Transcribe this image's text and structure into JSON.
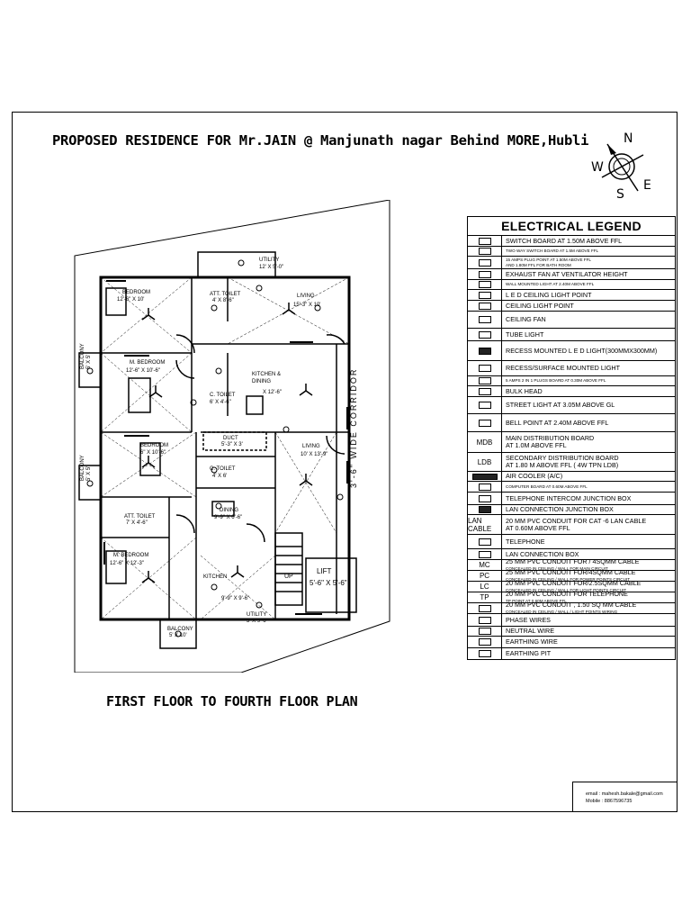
{
  "title": "PROPOSED RESIDENCE FOR Mr.JAIN @ Manjunath nagar Behind MORE,Hubli",
  "plan_title": "FIRST FLOOR TO FOURTH FLOOR PLAN",
  "compass": {
    "n": "N",
    "s": "S",
    "e": "E",
    "w": "W"
  },
  "rooms": {
    "utility_top": "UTILITY",
    "utility_top_dim": "12' X 5'-0\"",
    "bedroom1": "BEDROOM",
    "bedroom1_dim": "12'-6\" X 10'",
    "att_toilet1": "ATT. TOILET",
    "att_toilet1_dim": "4' X 8'-6\"",
    "living1": "LIVING",
    "living1_dim": "15'-3\" X 10'",
    "m_bedroom1": "M. BEDROOM",
    "m_bedroom1_dim": "12'-6\" X 10'-6\"",
    "balcony1": "BALCONY",
    "balcony1_dim": "5' X 5'",
    "c_toilet1": "C. TOILET",
    "c_toilet1_dim": "6' X 4'-6\"",
    "kitchen_dining": "KITCHEN &",
    "kitchen_dining2": "DINING",
    "kitchen_dining_dim": "X 12'-6\"",
    "duct": "DUCT",
    "duct_dim": "5'-3\" X 3'",
    "bedroom2": "BEDROOM",
    "bedroom2_dim": "6\" X 10'-6\"",
    "living2": "LIVING",
    "living2_dim": "10' X 13'-9\"",
    "balcony2": "BALCONY",
    "balcony2_dim": "5' X 5'",
    "c_toilet2": "C. TOILET",
    "c_toilet2_dim": "4' X 6'",
    "dining": "DINING",
    "dining_dim": "9'-9\" X 6'-6\"",
    "corridor": "3'-6\" WIDE CORRIDOR",
    "att_toilet2": "ATT. TOILET",
    "att_toilet2_dim": "7' X 4'-6\"",
    "m_bedroom2": "M. BEDROOM",
    "m_bedroom2_dim": "12'-6\" X 12'-3\"",
    "kitchen": "KITCHEN",
    "kitchen_dim": "9'-9\" X 9'-6\"",
    "utility2": "UTILITY",
    "utility2_dim": "3' X 9'-6\"",
    "balcony3": "BALCONY",
    "balcony3_dim": "5' X 10'",
    "lift": "LIFT",
    "lift_dim": "5'-6\" X 5'-6\"",
    "up": "UP"
  },
  "legend": {
    "title": "ELECTRICAL LEGEND",
    "items": [
      {
        "icon": "switch-board-icon",
        "code": "",
        "text": "SWITCH BOARD AT 1.50M ABOVE FFL",
        "text2": ""
      },
      {
        "icon": "two-way-switch-icon",
        "code": "",
        "text": "TWO WAY SWITCH BOARD AT 1.5M ABOVE FFL",
        "text2": ""
      },
      {
        "icon": "plug-point-icon",
        "code": "",
        "text": "15 AMPS PLUG POINT AT 1.50M ABOVE FFL",
        "text2": "AND 1.80M FFL FOR BATH ROOM"
      },
      {
        "icon": "exhaust-fan-icon",
        "code": "",
        "text": "EXHAUST FAN AT VENTILATOR HEIGHT",
        "text2": ""
      },
      {
        "icon": "wall-light-icon",
        "code": "",
        "text": "WALL MOUNTED LIGHT AT 2.40M ABOVE FFL",
        "text2": ""
      },
      {
        "icon": "led-ceiling-light-icon",
        "code": "",
        "text": "L E D CEILING LIGHT POINT",
        "text2": ""
      },
      {
        "icon": "ceiling-light-icon",
        "code": "",
        "text": "CEILING LIGHT POINT",
        "text2": ""
      },
      {
        "icon": "ceiling-fan-icon",
        "code": "",
        "text": "CEILING FAN",
        "text2": ""
      },
      {
        "icon": "tube-light-icon",
        "code": "",
        "text": "TUBE LIGHT",
        "text2": ""
      },
      {
        "icon": "recess-led-icon",
        "code": "",
        "text": "RECESS MOUNTED L E D LIGHT(300MMX300MM)",
        "text2": ""
      },
      {
        "icon": "recess-surface-light-icon",
        "code": "",
        "text": "RECESS/SURFACE MOUNTED LIGHT",
        "text2": ""
      },
      {
        "icon": "plug-board-icon",
        "code": "",
        "text": "5 AMPS 2 IN 1 PLUGS BOARD AT 0.30M ABOVE FFL",
        "text2": ""
      },
      {
        "icon": "bulk-head-icon",
        "code": "",
        "text": "BULK HEAD",
        "text2": ""
      },
      {
        "icon": "street-light-icon",
        "code": "",
        "text": "STREET LIGHT AT 3.05M ABOVE GL",
        "text2": ""
      },
      {
        "icon": "bell-point-icon",
        "code": "",
        "text": "BELL POINT AT 2.40M ABOVE FFL",
        "text2": ""
      },
      {
        "icon": "main-distribution-board-icon",
        "code": "MDB",
        "text": "MAIN DISTRIBUTION BOARD",
        "text2": "AT 1.0M ABOVE FFL"
      },
      {
        "icon": "secondary-distribution-board-icon",
        "code": "LDB",
        "text": "SECONDARY DISTRIBUTION BOARD",
        "text2": "AT 1.80 M ABOVE FFL ( 4W TPN LDB)"
      },
      {
        "icon": "air-cooler-icon",
        "code": "",
        "text": "AIR COOLER  (A/C)",
        "text2": ""
      },
      {
        "icon": "computer-board-icon",
        "code": "",
        "text": "COMPUTER BOARD AT 0.60M ABOVE FFL",
        "text2": ""
      },
      {
        "icon": "telephone-junction-icon",
        "code": "",
        "text": "TELEPHONE INTERCOM JUNCTION BOX",
        "text2": ""
      },
      {
        "icon": "lan-junction-icon",
        "code": "",
        "text": "LAN CONNECTION JUNCTION BOX",
        "text2": ""
      },
      {
        "icon": "lan-cable-icon",
        "code": "LAN CABLE",
        "text": "20 MM PVC CONDUIT FOR CAT -6 LAN CABLE",
        "text2": "AT 0.60M ABOVE FFL"
      },
      {
        "icon": "telephone-icon",
        "code": "",
        "text": "TELEPHONE",
        "text2": ""
      },
      {
        "icon": "lan-box-icon",
        "code": "",
        "text": "LAN CONNECTION BOX",
        "text2": ""
      },
      {
        "icon": "mc-conduit-icon",
        "code": "MC",
        "text": "25 MM PVC CONDUIT FOR / 4SQMM CABLE",
        "text2": "CONCEALED IN CEILING / WALL FOR MAIN CIRCUIT"
      },
      {
        "icon": "pc-conduit-icon",
        "code": "PC",
        "text": "25 MM PVC CONDUIT FOR/4SQMM CABLE",
        "text2": "CONCEALED IN CEILING / WALL FOR POWER POINTS CIRCUIT"
      },
      {
        "icon": "lc-conduit-icon",
        "code": "LC",
        "text": "20 MM PVC CONDUIT FOR/2.5SQMM CABLE",
        "text2": "CONCEALED IN CEILING / WALL FOR LIGHT POINTS CIRCUIT"
      },
      {
        "icon": "tp-conduit-icon",
        "code": "TP",
        "text": "20 MM PVC CONDUIT FOR TELEPHONE",
        "text2": "TP POINT AT 0.60M ABOVE FFL"
      },
      {
        "icon": "light-conduit-icon",
        "code": "",
        "text": "20 MM PVC CONDUIT , 1.50 SQ MM CABLE",
        "text2": "CONCEALED IN CEILING / WALL / LIGHT POINTS WIRING"
      },
      {
        "icon": "phase-wires-icon",
        "code": "",
        "text": "PHASE WIRES",
        "text2": ""
      },
      {
        "icon": "neutral-wire-icon",
        "code": "",
        "text": "NEUTRAL WIRE",
        "text2": ""
      },
      {
        "icon": "earthing-wire-icon",
        "code": "",
        "text": "EARTHING WIRE",
        "text2": ""
      },
      {
        "icon": "earthing-pit-icon",
        "code": "",
        "text": "EARTHING PIT",
        "text2": ""
      }
    ]
  },
  "credit": {
    "email": "email : mahesh.bakale@gmail.com",
    "mobile": "Mobile : 8867596735"
  }
}
